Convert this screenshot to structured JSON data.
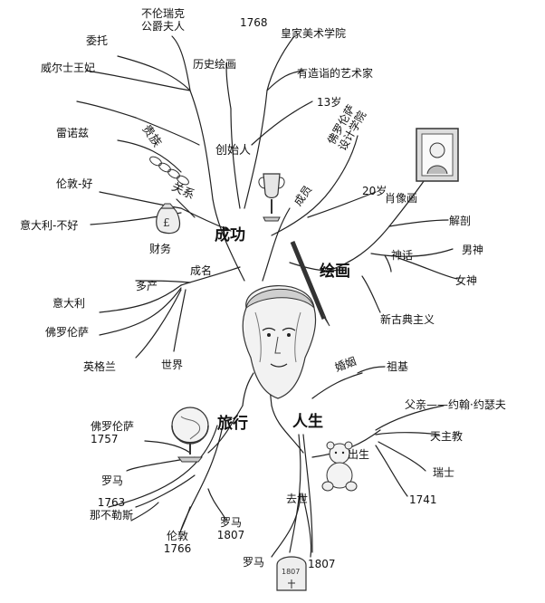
{
  "center": {
    "description_icon": "woman-face-icon"
  },
  "main_branches": {
    "success": "成功",
    "painting": "绘画",
    "travel": "旅行",
    "life": "人生"
  },
  "success_branch": {
    "founder": "创始人",
    "founder_items": {
      "royal_academy": "皇家美术学院",
      "year_1768": "1768",
      "history_painting": "历史绘画",
      "artist": "有造诣的艺术家",
      "age_13": "13岁"
    },
    "member": "成员",
    "member_items": {
      "florence_academy": "佛罗伦萨\n设计学院",
      "age_20": "20岁"
    },
    "relations": "关系",
    "aristocrats": "贵族",
    "aristocrat_items": {
      "duchess": "不伦瑞克\n公爵夫人",
      "commission": "委托",
      "princess_wales": "威尔士王妃"
    },
    "reynolds": "雷诺兹",
    "finance": "财务",
    "finance_items": {
      "london_good": "伦敦-好",
      "italy_bad": "意大利-不好"
    },
    "fame": "成名",
    "fame_items": {
      "prolific": "多产",
      "world": "世界",
      "italy": "意大利",
      "florence": "佛罗伦萨",
      "england": "英格兰"
    }
  },
  "painting_branch": {
    "portrait": "肖像画",
    "myth": "神话",
    "anatomy": "解剖",
    "male_gods": "男神",
    "goddess": "女神",
    "neoclassicism": "新古典主义"
  },
  "travel_branch": {
    "florence_1757": "佛罗伦萨\n1757",
    "rome": "罗马",
    "naples_1763": "1763\n那不勒斯",
    "london_1766": "伦敦\n1766",
    "rome_1807": "罗马\n1807"
  },
  "life_branch": {
    "marriage": "婚姻",
    "swiss_descent": "祖基",
    "father": "父亲——约翰·约瑟夫",
    "birth": "出生",
    "catholic": "天主教",
    "switzerland": "瑞士",
    "year_1741": "1741",
    "death": "去世",
    "death_rome": "罗马",
    "death_1807": "1807",
    "gravestone_year": "1807"
  }
}
